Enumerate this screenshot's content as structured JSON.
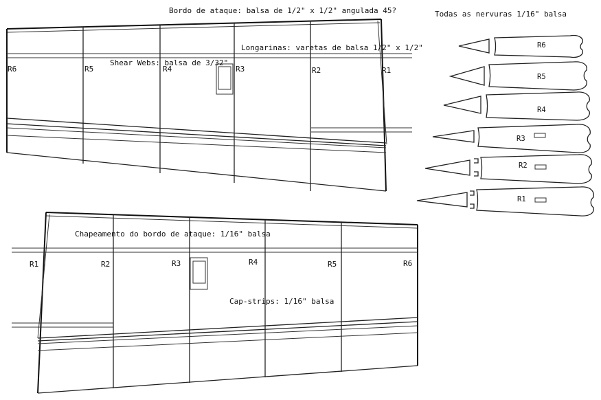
{
  "labels": {
    "leading_edge_note": "Bordo de ataque: balsa de 1/2\" x 1/2\" angulada 45?",
    "ribs_note": "Todas as nervuras 1/16\" balsa",
    "spars_note": "Longarinas: varetas de balsa 1/2\" x 1/2\"",
    "shear_webs_note": "Shear Webs: balsa de 3/32\"",
    "sheeting_note": "Chapeamento do bordo de ataque: 1/16\" balsa",
    "capstrips_note": "Cap-strips: 1/16\" balsa"
  },
  "top_panel_ribs": [
    "R6",
    "R5",
    "R4",
    "R3",
    "R2",
    "R1"
  ],
  "bottom_panel_ribs": [
    "R1",
    "R2",
    "R3",
    "R4",
    "R5",
    "R6"
  ],
  "rib_templates": [
    "R6",
    "R5",
    "R4",
    "R3",
    "R2",
    "R1"
  ]
}
